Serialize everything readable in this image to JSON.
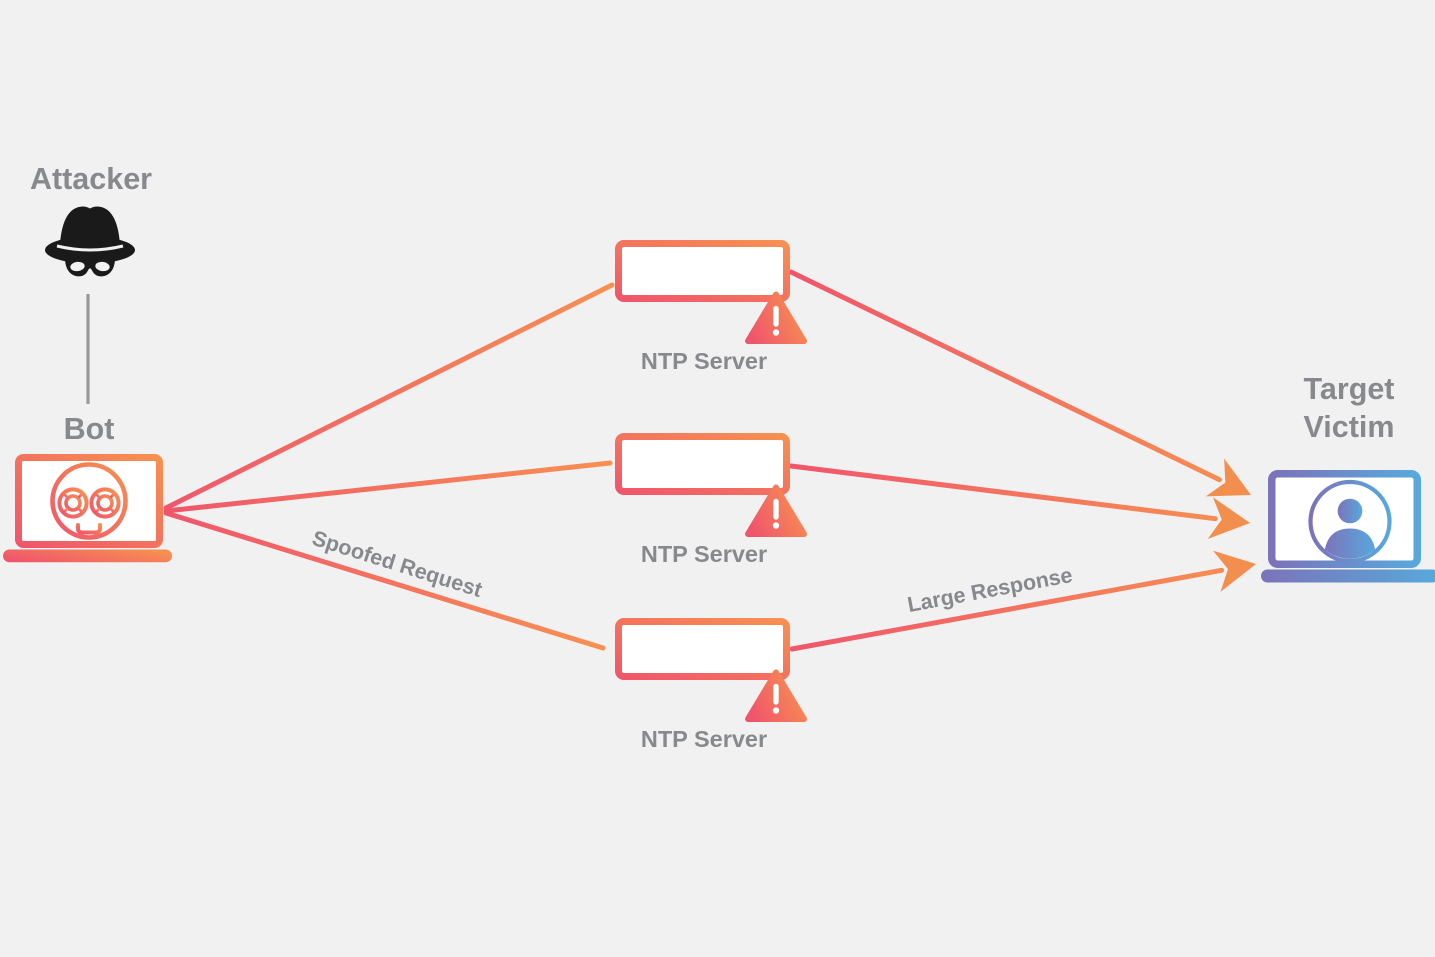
{
  "palette": {
    "bg": "#F1F1F1",
    "pink": "#F0566B",
    "orange": "#F79051",
    "arrow": "#F28F4F",
    "purple": "#7C73B9",
    "blue": "#57A9DC",
    "gray_text": "#87898C",
    "connector_gray": "#9A9A9C",
    "icon_black": "#1A1A1A"
  },
  "nodes": {
    "attacker": {
      "label": "Attacker"
    },
    "bot": {
      "label": "Bot"
    },
    "servers": [
      {
        "label": "NTP Server"
      },
      {
        "label": "NTP Server"
      },
      {
        "label": "NTP Server"
      }
    ],
    "victim": {
      "label_line1": "Target",
      "label_line2": "Victim"
    }
  },
  "edges": {
    "spoofed_request": {
      "label": "Spoofed Request"
    },
    "large_response": {
      "label": "Large Response"
    }
  },
  "icons": {
    "attacker": "incognito-hat-mask-icon",
    "bot": "robot-laptop-icon",
    "server": "server-rack-warning-icon",
    "victim": "person-laptop-icon"
  }
}
